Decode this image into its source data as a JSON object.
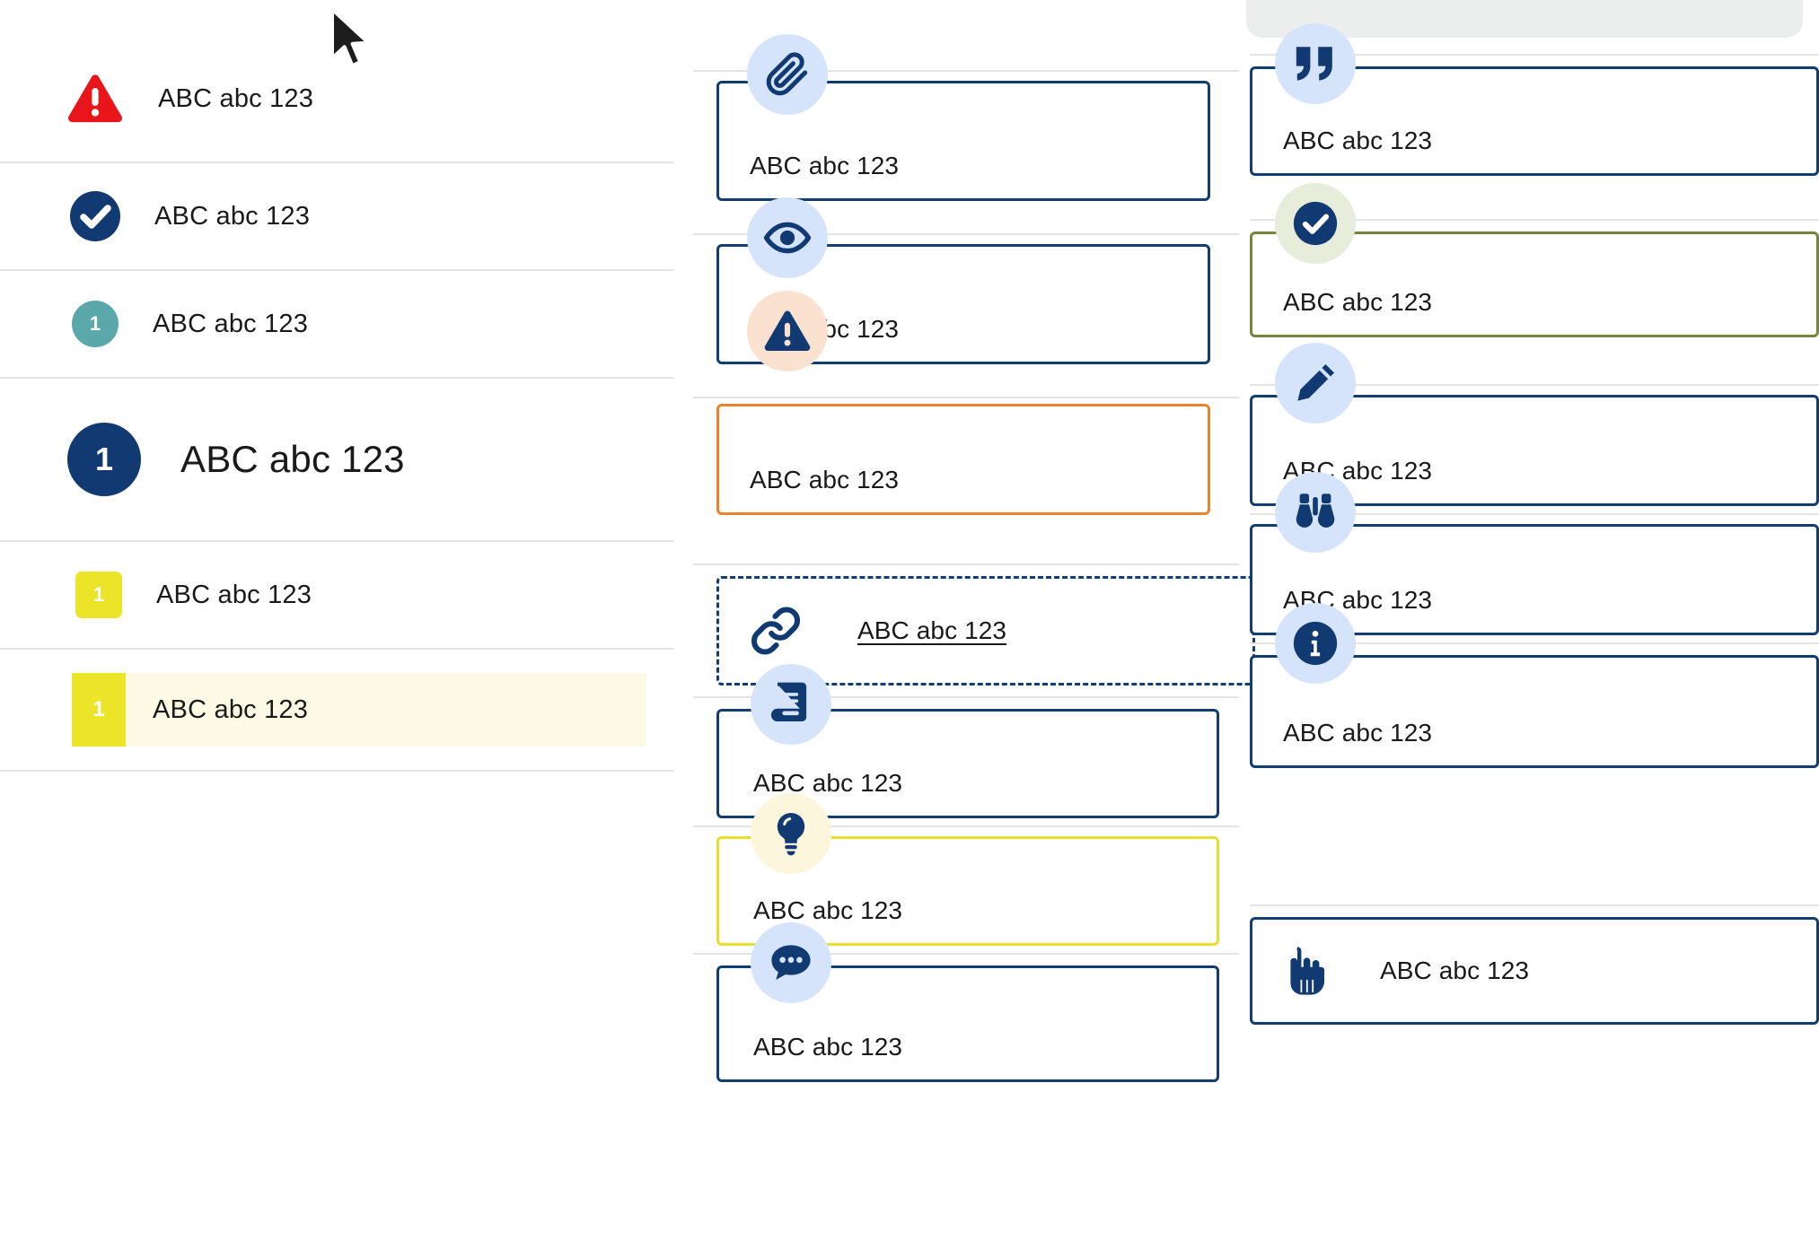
{
  "colors": {
    "brand_navy": "#123d73",
    "deep_navy": "#123a72",
    "alert_red": "#e8161b",
    "teal": "#5ba8ab",
    "yellow": "#ece428",
    "highlight_bg": "#fcfae4",
    "orange": "#e8852a",
    "olive": "#77843a",
    "chip_blue": "#d6e4fb",
    "chip_peach": "#fbe2d0",
    "chip_sage": "#e7edda",
    "chip_cream": "#fbf6dc",
    "rule_grey": "#e3e3e3",
    "panel_grey": "#eceded",
    "text": "#1a1a1a"
  },
  "sidebar": {
    "rows": [
      {
        "id": "alert",
        "icon": "alert-triangle-icon",
        "badge_text": "",
        "label": "ABC abc 123"
      },
      {
        "id": "success",
        "icon": "check-circle-icon",
        "badge_text": "",
        "label": "ABC abc 123"
      },
      {
        "id": "step-teal",
        "icon": "number-circle-icon",
        "badge_text": "1",
        "label": "ABC abc 123"
      },
      {
        "id": "step-large",
        "icon": "number-circle-icon",
        "badge_text": "1",
        "label": "ABC abc 123"
      },
      {
        "id": "step-yellow",
        "icon": "number-square-icon",
        "badge_text": "1",
        "label": "ABC abc 123"
      },
      {
        "id": "step-hl",
        "icon": "number-bar-icon",
        "badge_text": "1",
        "label": "ABC abc 123"
      }
    ]
  },
  "middle_column": {
    "cards": [
      {
        "id": "attachment",
        "icon": "paperclip-icon",
        "label": "ABC abc 123",
        "style": "navy",
        "chip": "blue"
      },
      {
        "id": "view",
        "icon": "eye-icon",
        "label": "ABC abc 123",
        "style": "navy",
        "chip": "blue"
      },
      {
        "id": "warning",
        "icon": "warning-triangle-icon",
        "label": "ABC abc 123",
        "style": "orange",
        "chip": "peach"
      },
      {
        "id": "link",
        "icon": "link-chain-icon",
        "label": "ABC abc 123",
        "style": "dashed",
        "chip": "none"
      },
      {
        "id": "reference",
        "icon": "book-icon",
        "label": "ABC abc 123",
        "style": "navy",
        "chip": "blue"
      },
      {
        "id": "tip",
        "icon": "lightbulb-icon",
        "label": "ABC abc 123",
        "style": "yellow",
        "chip": "cream"
      },
      {
        "id": "comment",
        "icon": "chat-bubble-icon",
        "label": "ABC abc 123",
        "style": "navy",
        "chip": "blue"
      }
    ]
  },
  "right_column": {
    "cards": [
      {
        "id": "quote",
        "icon": "quote-marks-icon",
        "label": "ABC abc 123",
        "style": "navy",
        "chip": "blue"
      },
      {
        "id": "confirm",
        "icon": "check-circle-icon",
        "label": "ABC abc 123",
        "style": "olive",
        "chip": "sage"
      },
      {
        "id": "edit",
        "icon": "pencil-icon",
        "label": "ABC abc 123",
        "style": "navy",
        "chip": "blue"
      },
      {
        "id": "observe",
        "icon": "binoculars-icon",
        "label": "ABC abc 123",
        "style": "navy",
        "chip": "blue"
      },
      {
        "id": "info",
        "icon": "info-circle-icon",
        "label": "ABC abc 123",
        "style": "navy",
        "chip": "blue"
      },
      {
        "id": "interact",
        "icon": "pointing-hand-icon",
        "label": "ABC abc 123",
        "style": "navy",
        "chip": "none"
      }
    ]
  },
  "cursor": {
    "icon": "mouse-pointer-icon"
  }
}
